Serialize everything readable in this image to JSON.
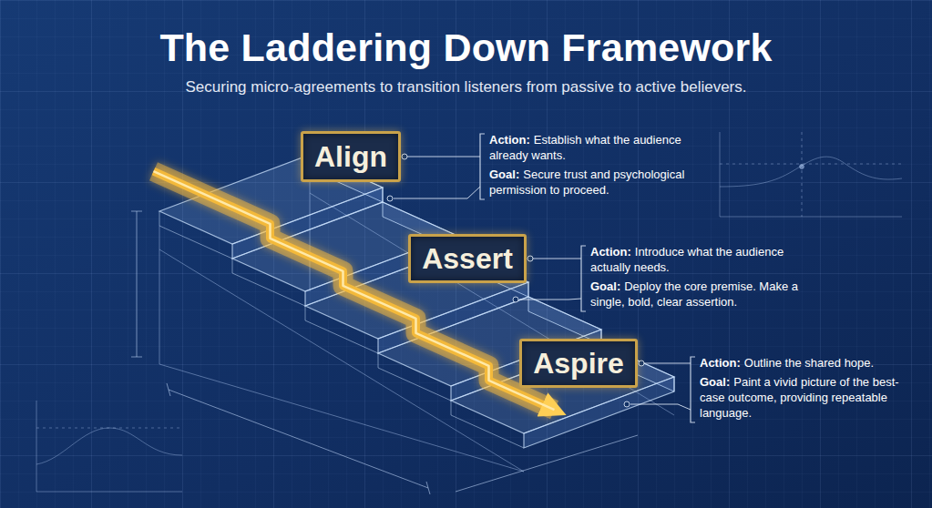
{
  "diagram": {
    "title": "The Laddering Down Framework",
    "nodes": [
      {
        "text": [
          "Align"
        ]
      },
      {
        "text": [
          "Assert"
        ]
      },
      {
        "text": [
          "Aspire"
        ]
      }
    ],
    "labels": [
      "Securing micro-agreements to transition listeners from passive to active believers.",
      "Action:",
      "Establish what the audience already wants.",
      "Goal:",
      "Secure trust and psychological permission to proceed.",
      "Action:",
      "Introduce what the audience actually needs.",
      "Goal:",
      "Deploy the core premise. Make a single, bold, clear assertion.",
      "Action:",
      "Outline the shared hope.",
      "Goal:",
      "Paint a vivid picture of the best-case outcome, providing repeatable language."
    ]
  }
}
